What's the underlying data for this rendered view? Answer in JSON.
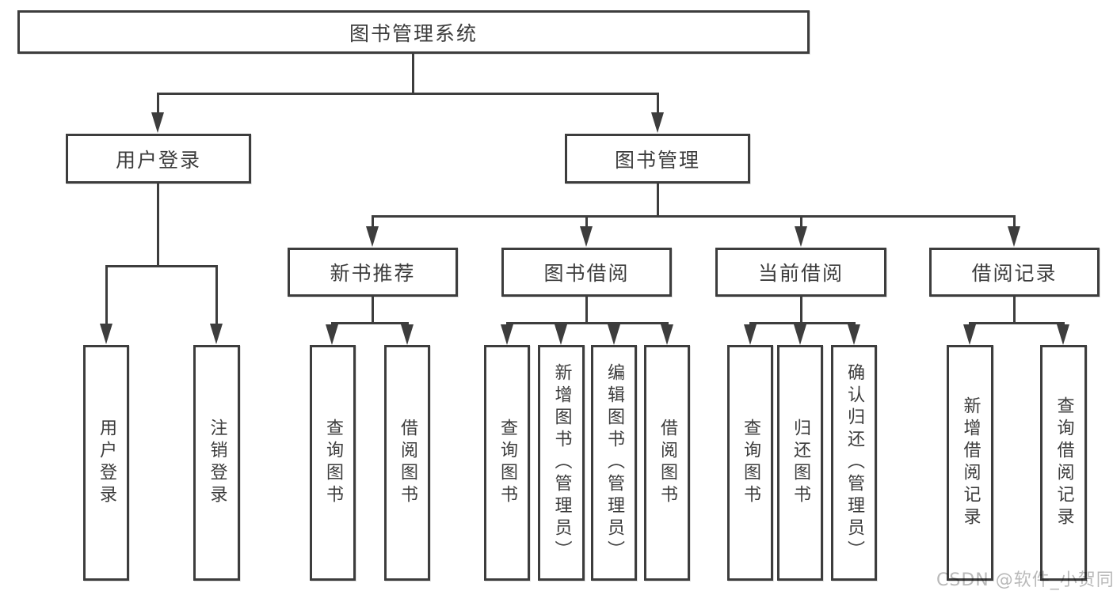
{
  "diagram_title": "图书管理系统",
  "watermark": "CSDN @软件_小贺同学",
  "colors": {
    "line": "#3d3d3d",
    "text": "#3c3c3c",
    "background": "#ffffff",
    "watermark": "#b9b9b9"
  },
  "tree": {
    "label": "图书管理系统",
    "children": [
      {
        "label": "用户登录",
        "children": [
          {
            "label": "用户登录"
          },
          {
            "label": "注销登录"
          }
        ]
      },
      {
        "label": "图书管理",
        "children": [
          {
            "label": "新书推荐",
            "children": [
              {
                "label": "查询图书"
              },
              {
                "label": "借阅图书"
              }
            ]
          },
          {
            "label": "图书借阅",
            "children": [
              {
                "label": "查询图书"
              },
              {
                "label": "新增图书（管理员）"
              },
              {
                "label": "编辑图书（管理员）"
              },
              {
                "label": "借阅图书"
              }
            ]
          },
          {
            "label": "当前借阅",
            "children": [
              {
                "label": "查询图书"
              },
              {
                "label": "归还图书"
              },
              {
                "label": "确认归还（管理员）"
              }
            ]
          },
          {
            "label": "借阅记录",
            "children": [
              {
                "label": "新增借阅记录"
              },
              {
                "label": "查询借阅记录"
              }
            ]
          }
        ]
      }
    ]
  }
}
